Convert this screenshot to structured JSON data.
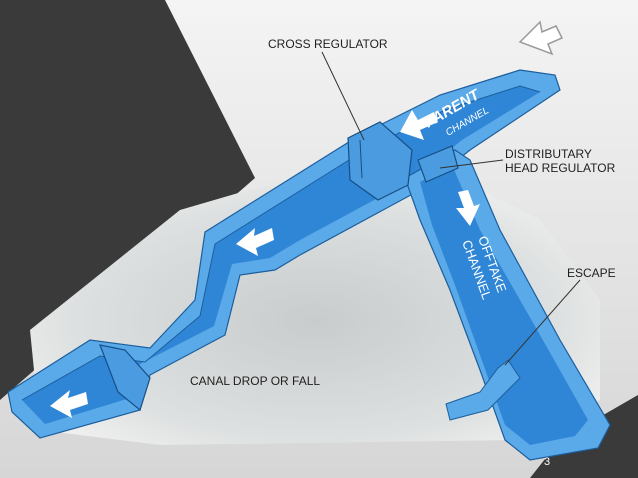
{
  "labels": {
    "cross_regulator": "CROSS REGULATOR",
    "distributary_head_regulator": [
      "DISTRIBUTARY",
      "HEAD REGULATOR"
    ],
    "escape": "ESCAPE",
    "canal_drop_or_fall": "CANAL DROP OR FALL"
  },
  "channel_text": {
    "parent": [
      "PARENT",
      "CHANNEL"
    ],
    "offtake": [
      "OFFTAKE",
      "CHANNEL"
    ]
  },
  "page_number": "3",
  "colors": {
    "water": "#2f86d6",
    "bank": "#5aa9e8",
    "bank_edge": "#1c5e9c",
    "dark_corner": "#3a3a3a",
    "ground": "#d9dcdc",
    "leader_line": "#333333",
    "arrow": "#ffffff"
  },
  "icons": [
    "flow-arrow-icon",
    "north-arrow-icon"
  ]
}
